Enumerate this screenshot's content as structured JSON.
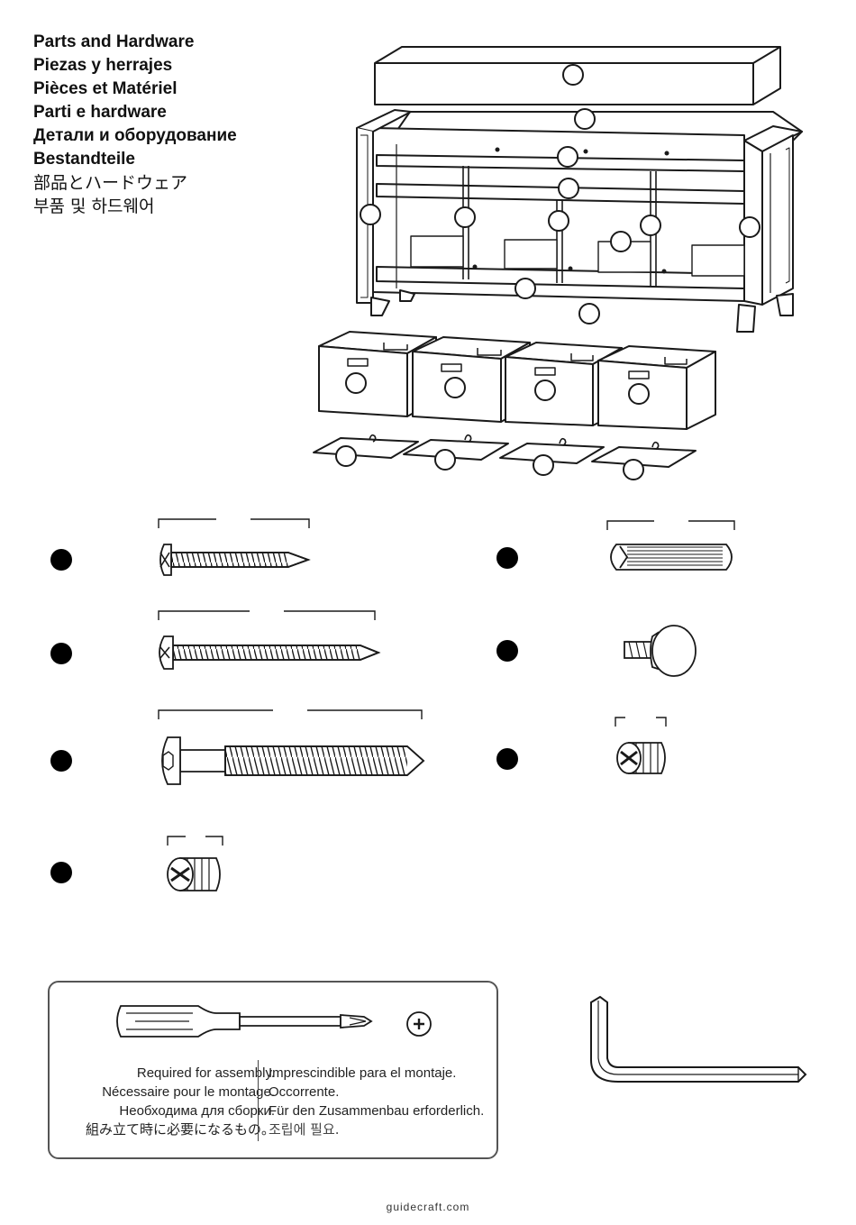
{
  "heading": {
    "lines": [
      "Parts and Hardware",
      "Piezas y herrajes",
      "Pièces et Matériel",
      "Parti e hardware",
      "Детали и оборудование",
      "Bestandteile",
      "部品とハードウェア",
      "부품 및 하드웨어"
    ]
  },
  "tool_note": {
    "left_lines": [
      "Required for assembly.",
      "Nécessaire pour le montage.",
      "Необходима для сборки.",
      "組み立て時に必要になるもの。"
    ],
    "right_lines": [
      "Imprescindible para el montaje.",
      "Occorrente.",
      "Für den Zusammenbau erforderlich.",
      "조립에 필요."
    ]
  },
  "footer": {
    "site": "guidecraft.com"
  },
  "icons": [
    "bench-exploded-diagram",
    "storage-bin-icon",
    "bin-bottom-panel-icon",
    "wood-screw-icon",
    "long-wood-screw-icon",
    "bolt-icon",
    "cam-nut-icon",
    "wooden-dowel-icon",
    "leveling-foot-icon",
    "screwdriver-icon",
    "phillips-head-icon",
    "allen-key-icon",
    "part-marker-icon"
  ],
  "colors": {
    "line": "#1a1a1a",
    "fill": "#ffffff",
    "marker": "#000000"
  }
}
